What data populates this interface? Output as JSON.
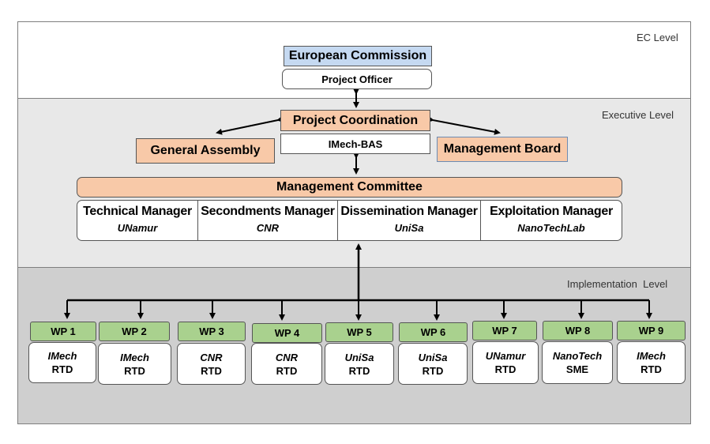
{
  "levels": {
    "ec": "EC Level",
    "executive": "Executive Level",
    "implementation": "Implementation  Level"
  },
  "ec": {
    "commission": "European Commission",
    "officer": "Project Officer"
  },
  "executive": {
    "coordination": "Project Coordination",
    "coordinator_org": "IMech-BAS",
    "general_assembly": "General Assembly",
    "management_board": "Management Board",
    "management_committee": "Management Committee",
    "managers": [
      {
        "title": "Technical Manager",
        "org": "UNamur"
      },
      {
        "title": "Secondments Manager",
        "org": "CNR"
      },
      {
        "title": "Dissemination Manager",
        "org": "UniSa"
      },
      {
        "title": "Exploitation Manager",
        "org": "NanoTechLab"
      }
    ]
  },
  "work_packages": [
    {
      "label": "WP 1",
      "org": "IMech",
      "type": "RTD"
    },
    {
      "label": "WP 2",
      "org": "IMech",
      "type": "RTD"
    },
    {
      "label": "WP 3",
      "org": "CNR",
      "type": "RTD"
    },
    {
      "label": "WP 4",
      "org": "CNR",
      "type": "RTD"
    },
    {
      "label": "WP 5",
      "org": "UniSa",
      "type": "RTD"
    },
    {
      "label": "WP 6",
      "org": "UniSa",
      "type": "RTD"
    },
    {
      "label": "WP 7",
      "org": "UNamur",
      "type": "RTD"
    },
    {
      "label": "WP 8",
      "org": "NanoTech",
      "type": "SME"
    },
    {
      "label": "WP 9",
      "org": "IMech",
      "type": "RTD"
    }
  ]
}
